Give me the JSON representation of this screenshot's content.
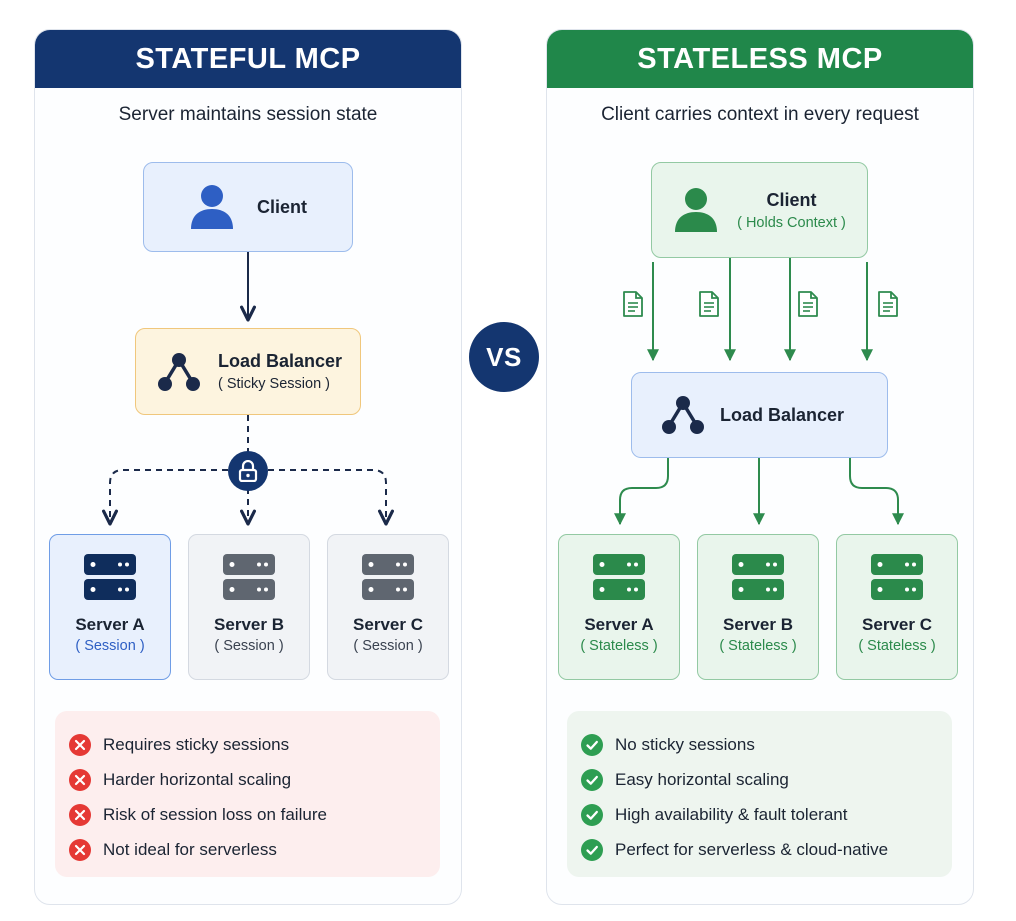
{
  "vs_label": "VS",
  "colors": {
    "stateful_header": "#143670",
    "stateless_header": "#20874a",
    "stateful_negative": "#e53935",
    "stateless_positive": "#2e9e52"
  },
  "stateful": {
    "title": "STATEFUL MCP",
    "subtitle": "Server maintains session state",
    "client": {
      "label": "Client",
      "icon": "user-icon"
    },
    "load_balancer": {
      "label": "Load Balancer",
      "sub": "( Sticky Session )",
      "icon": "network-icon"
    },
    "lock_icon": "lock-icon",
    "servers": [
      {
        "name": "Server A",
        "tag": "( Session )",
        "icon": "server-icon"
      },
      {
        "name": "Server B",
        "tag": "( Session )",
        "icon": "server-icon"
      },
      {
        "name": "Server C",
        "tag": "( Session )",
        "icon": "server-icon"
      }
    ],
    "cons": [
      "Requires sticky sessions",
      "Harder horizontal scaling",
      "Risk of session loss on failure",
      "Not ideal for serverless"
    ]
  },
  "stateless": {
    "title": "STATELESS MCP",
    "subtitle": "Client carries context in every request",
    "client": {
      "label": "Client",
      "sub": "( Holds Context )",
      "icon": "user-icon"
    },
    "document_icon": "document-icon",
    "load_balancer": {
      "label": "Load Balancer",
      "icon": "network-icon"
    },
    "servers": [
      {
        "name": "Server A",
        "tag": "( Stateless )",
        "icon": "server-icon"
      },
      {
        "name": "Server B",
        "tag": "( Stateless )",
        "icon": "server-icon"
      },
      {
        "name": "Server C",
        "tag": "( Stateless )",
        "icon": "server-icon"
      }
    ],
    "pros": [
      "No sticky sessions",
      "Easy horizontal scaling",
      "High availability & fault tolerant",
      "Perfect for serverless & cloud-native"
    ]
  }
}
